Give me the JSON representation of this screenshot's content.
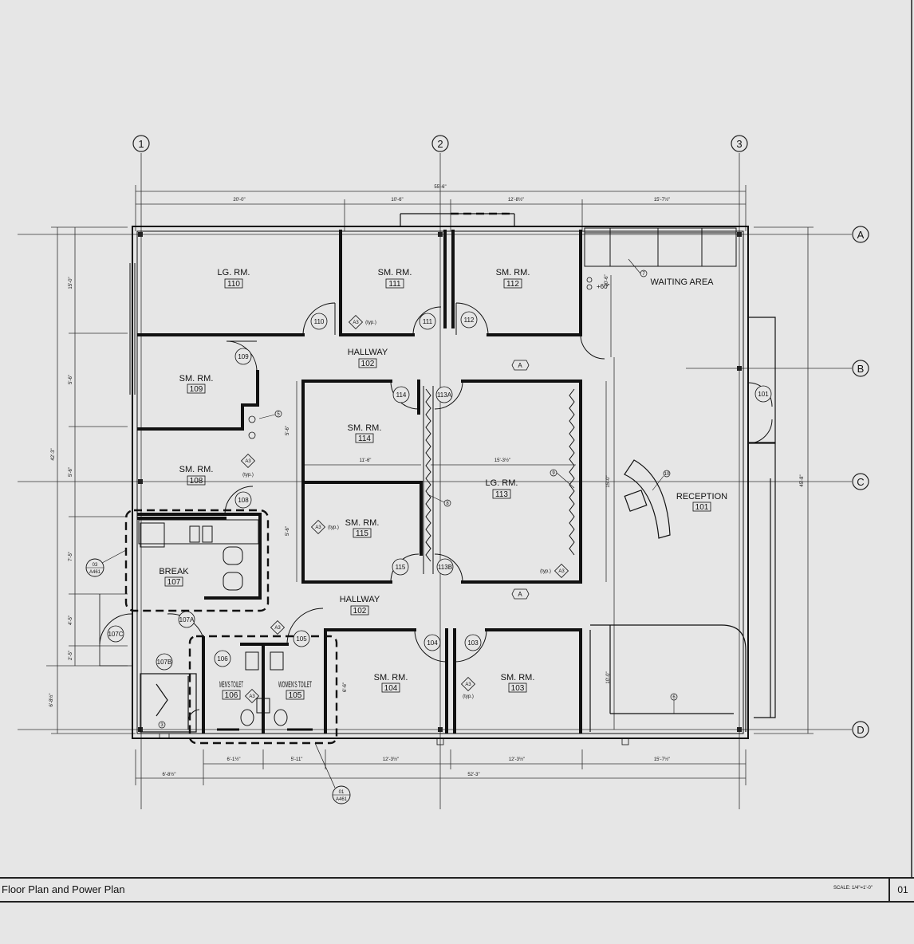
{
  "grid": {
    "columns": [
      "1",
      "2",
      "3"
    ],
    "rows": [
      "A",
      "B",
      "C",
      "D"
    ]
  },
  "dimensions": {
    "overall_top": "55'-6\"",
    "top": [
      "20'-0\"",
      "10'-6\"",
      "12'-8½\"",
      "15'-7½\""
    ],
    "bottom": [
      "6'-1½\"",
      "5'-11\"",
      "12'-3½\"",
      "12'-3½\"",
      "15'-7½\""
    ],
    "bottom_overall": "52'-3\"",
    "bottom_left": "6'-8½\"",
    "left_overall": "42'-3\"",
    "left": [
      "15'-0\"",
      "5'-6\"",
      "5'-6\"",
      "7'-5\"",
      "4'-5\"",
      "2'-5\"",
      "6'-8½\""
    ],
    "right_overall": "45'-8\"",
    "interior_a": "11'-6\"",
    "interior_b": "15'-3½\"",
    "interior_c": "15'-0\"",
    "interior_d": "5'-6\"",
    "interior_e": "5'-6\"",
    "interior_f": "10'-0\"",
    "interior_g": "6'-6\"",
    "interior_h": "10'-6\""
  },
  "rooms": [
    {
      "name": "LG. RM.",
      "number": "110"
    },
    {
      "name": "SM. RM.",
      "number": "111"
    },
    {
      "name": "SM. RM.",
      "number": "112"
    },
    {
      "name": "WAITING AREA",
      "number": ""
    },
    {
      "name": "HALLWAY",
      "number": "102"
    },
    {
      "name": "SM. RM.",
      "number": "109"
    },
    {
      "name": "SM. RM.",
      "number": "114"
    },
    {
      "name": "LG. RM.",
      "number": "113"
    },
    {
      "name": "RECEPTION",
      "number": "101"
    },
    {
      "name": "SM. RM.",
      "number": "108"
    },
    {
      "name": "SM. RM.",
      "number": "115"
    },
    {
      "name": "BREAK",
      "number": "107"
    },
    {
      "name": "HALLWAY",
      "number": "102"
    },
    {
      "name": "MEN'S TOILET",
      "number": "106"
    },
    {
      "name": "WOMEN'S TOILET",
      "number": "105"
    },
    {
      "name": "SM. RM.",
      "number": "104"
    },
    {
      "name": "SM. RM.",
      "number": "103"
    }
  ],
  "doors": [
    "110",
    "111",
    "112",
    "109",
    "114",
    "113A",
    "101",
    "108",
    "115",
    "113B",
    "107A",
    "107C",
    "107B",
    "106",
    "105",
    "104",
    "103"
  ],
  "tags": {
    "typ": "(typ.)",
    "a3": "A3",
    "elev_a": "A",
    "plus60": "+60\"",
    "keynotes": [
      "7",
      "5",
      "8",
      "9",
      "10",
      "6",
      "3"
    ],
    "detail_1_num": "03",
    "detail_1_sheet": "A461",
    "detail_2_num": "01",
    "detail_2_sheet": "A461"
  },
  "title_block": {
    "title": "Floor Plan and Power Plan",
    "scale": "SCALE: 1/4\"=1'-0\"",
    "sheet": "01"
  }
}
